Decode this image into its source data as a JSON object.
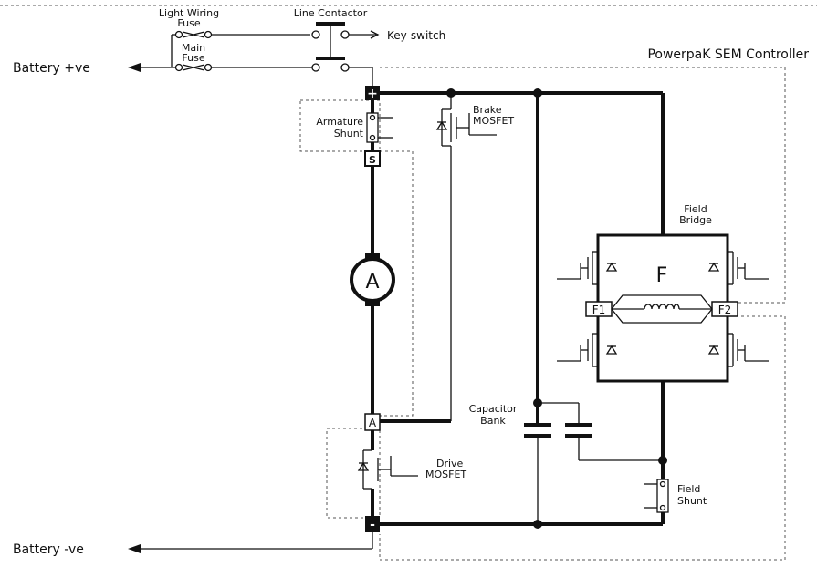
{
  "labels": {
    "light_wiring_fuse_1": "Light  Wiring",
    "light_wiring_fuse_2": "Fuse",
    "main_fuse_1": "Main",
    "main_fuse_2": "Fuse",
    "line_contactor": "Line  Contactor",
    "key_switch": "Key-switch",
    "battery_pos": "Battery  +ve",
    "battery_neg": "Battery  -ve",
    "controller": "PowerpaK  SEM  Controller",
    "armature_shunt_1": "Armature",
    "armature_shunt_2": "Shunt",
    "brake_mosfet_1": "Brake",
    "brake_mosfet_2": "MOSFET",
    "field_bridge_1": "Field",
    "field_bridge_2": "Bridge",
    "field_coil": "F",
    "f1": "F1",
    "f2": "F2",
    "armature": "A",
    "capacitor_bank_1": "Capacitor",
    "capacitor_bank_2": "Bank",
    "drive_mosfet_1": "Drive",
    "drive_mosfet_2": "MOSFET",
    "field_shunt_1": "Field",
    "field_shunt_2": "Shunt",
    "terminal_pos": "+",
    "terminal_s": "S",
    "terminal_a": "A",
    "terminal_neg": "-"
  }
}
